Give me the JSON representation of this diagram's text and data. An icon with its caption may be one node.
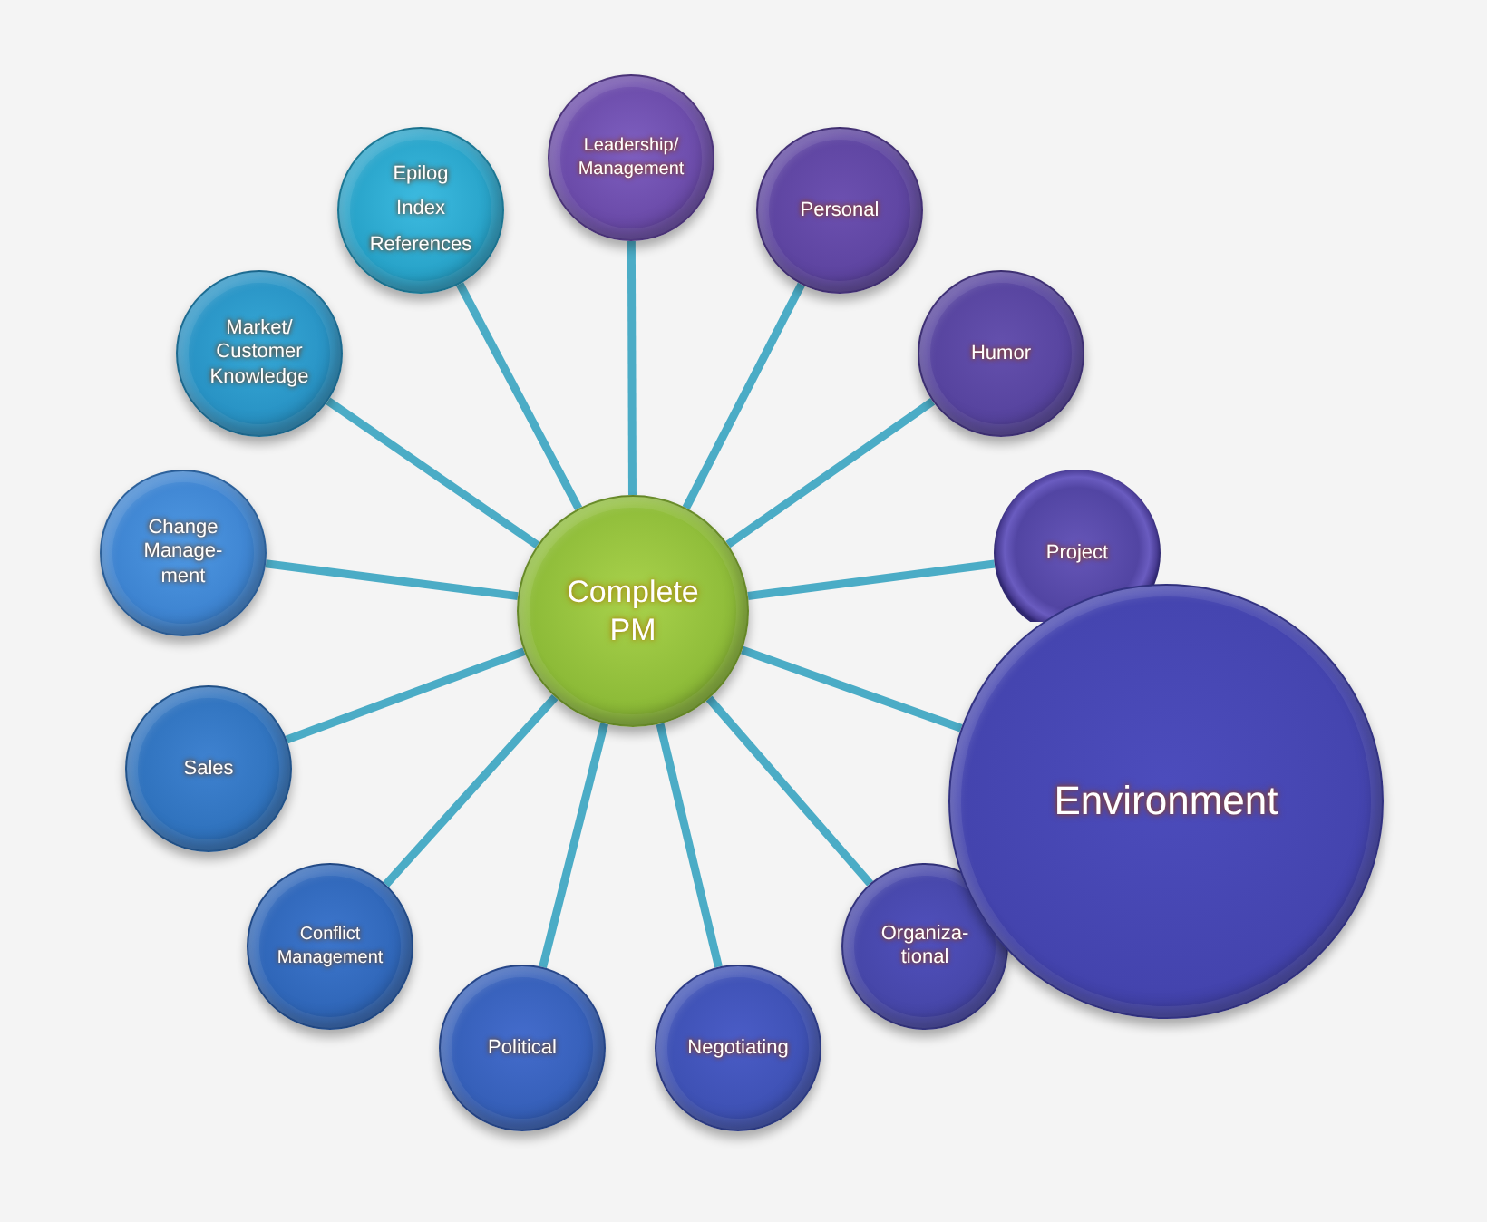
{
  "diagram": {
    "nodes": [
      {
        "text": [
          "Complete PM"
        ]
      },
      {
        "text": [
          "Leadership/ Management"
        ]
      },
      {
        "text": [
          "Epilog Index References"
        ]
      },
      {
        "text": [
          "Personal"
        ]
      },
      {
        "text": [
          "Market/ Customer Knowledge"
        ]
      },
      {
        "text": [
          "Humor"
        ]
      },
      {
        "text": [
          "Change Manage- ment"
        ]
      },
      {
        "text": [
          "Project"
        ]
      },
      {
        "text": [
          "Sales"
        ]
      },
      {
        "text": [
          "Environment"
        ]
      },
      {
        "text": [
          "Conflict Management"
        ]
      },
      {
        "text": [
          "Organiza- tional"
        ]
      },
      {
        "text": [
          "Political"
        ]
      },
      {
        "text": [
          "Negotiating"
        ]
      }
    ],
    "edges": [
      {
        "from": 0,
        "to": 1,
        "arrow": "none"
      },
      {
        "from": 0,
        "to": 2,
        "arrow": "none"
      },
      {
        "from": 0,
        "to": 3,
        "arrow": "none"
      },
      {
        "from": 0,
        "to": 4,
        "arrow": "none"
      },
      {
        "from": 0,
        "to": 5,
        "arrow": "none"
      },
      {
        "from": 0,
        "to": 6,
        "arrow": "none"
      },
      {
        "from": 0,
        "to": 7,
        "arrow": "none"
      },
      {
        "from": 0,
        "to": 8,
        "arrow": "none"
      },
      {
        "from": 0,
        "to": 9,
        "arrow": "none"
      },
      {
        "from": 0,
        "to": 10,
        "arrow": "none"
      },
      {
        "from": 0,
        "to": 11,
        "arrow": "none"
      },
      {
        "from": 0,
        "to": 12,
        "arrow": "none"
      },
      {
        "from": 0,
        "to": 13,
        "arrow": "none"
      }
    ]
  }
}
